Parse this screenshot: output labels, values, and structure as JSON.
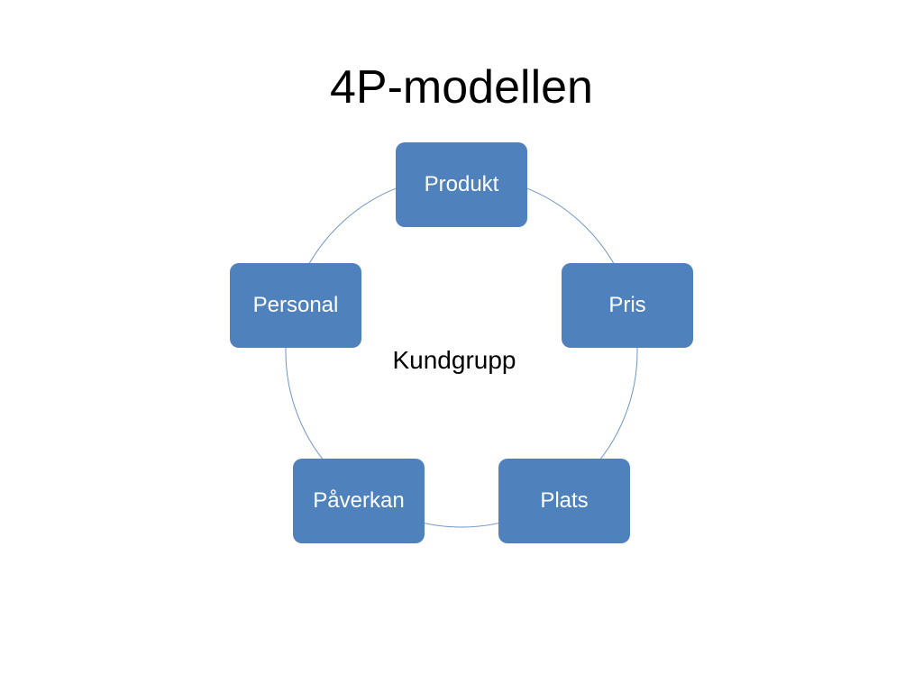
{
  "slide": {
    "title": "4P-modellen"
  },
  "diagram": {
    "center_label": "Kundgrupp",
    "nodes": [
      {
        "id": "produkt",
        "label": "Produkt"
      },
      {
        "id": "pris",
        "label": "Pris"
      },
      {
        "id": "plats",
        "label": "Plats"
      },
      {
        "id": "paverkan",
        "label": "Påverkan"
      },
      {
        "id": "personal",
        "label": "Personal"
      }
    ],
    "colors": {
      "box_fill": "#4f81bd",
      "box_text": "#ffffff",
      "ring_stroke": "#6f95c7"
    }
  }
}
